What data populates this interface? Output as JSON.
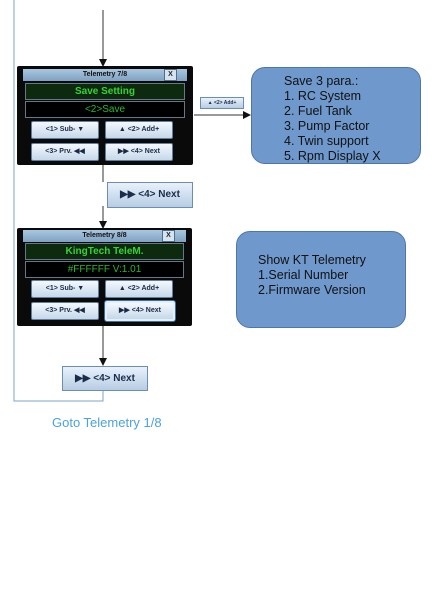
{
  "screen1": {
    "title": "Telemetry 7/8",
    "close": "X",
    "row1": "Save Setting",
    "row2": "<2>Save",
    "buttons": {
      "sub": "<1> Sub-",
      "add": "<2> Add+",
      "prv": "<3> Prv.",
      "next": "<4> Next"
    }
  },
  "screen2": {
    "title": "Telemetry 8/8",
    "close": "X",
    "row1": "KingTech TeleM.",
    "row2": "#FFFFFF  V:1.01",
    "buttons": {
      "sub": "<1> Sub-",
      "add": "<2> Add+",
      "prv": "<3> Prv.",
      "next": "<4> Next"
    }
  },
  "add_button_small": "<2> Add+",
  "next_button_1": "<4> Next",
  "next_button_2": "<4> Next",
  "note1": {
    "heading": "Save 3 para.:",
    "items": [
      "1. RC System",
      "2. Fuel Tank",
      "3. Pump Factor",
      "4. Twin support",
      "5. Rpm Display X"
    ]
  },
  "note2": {
    "heading": "Show KT Telemetry",
    "items": [
      "1.Serial Number",
      "2.Firmware Version"
    ]
  },
  "footer": "Goto Telemetry 1/8",
  "colors": {
    "note_fill": "#6f98cc",
    "link": "#4aa3df",
    "screen_green": "#35d335"
  }
}
